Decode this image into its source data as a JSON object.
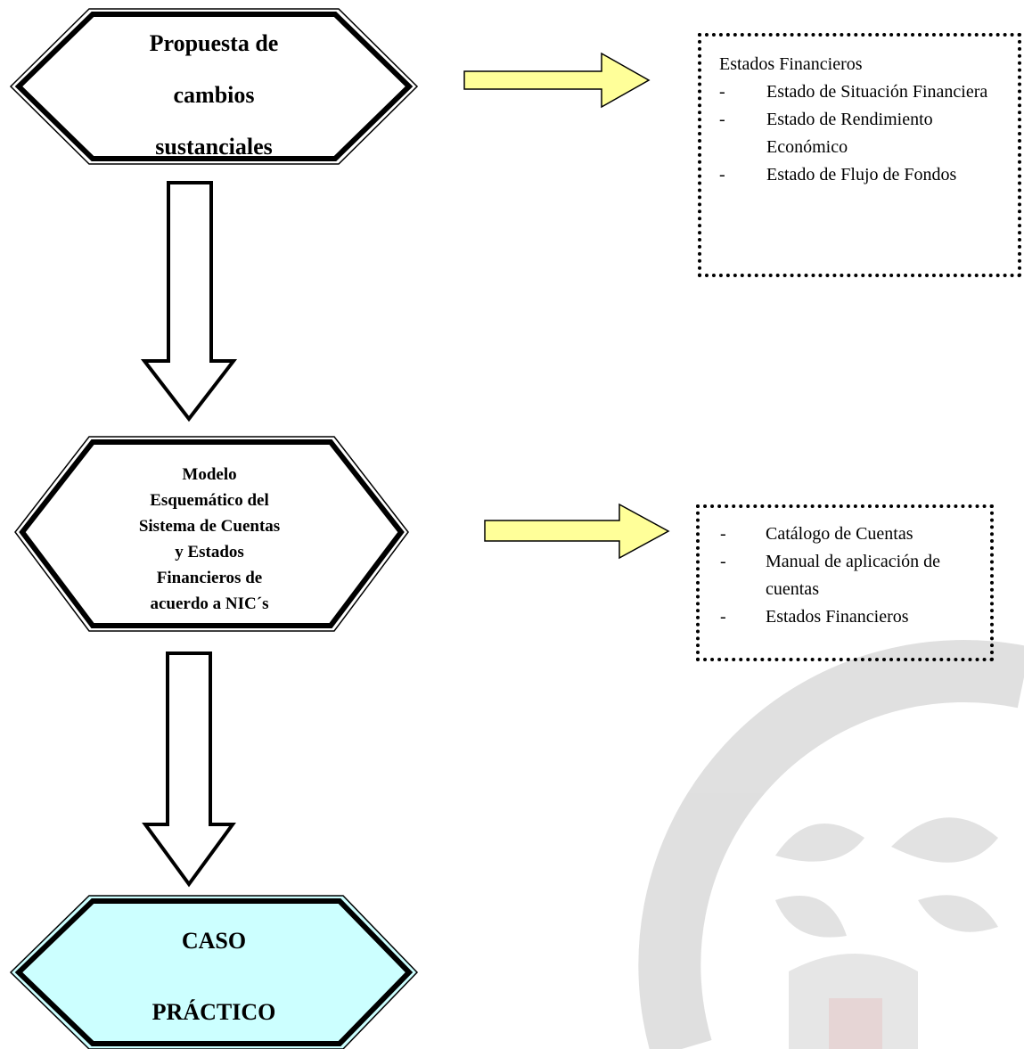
{
  "steps": {
    "step1": {
      "lines": [
        "Propuesta de",
        "cambios",
        "sustanciales"
      ]
    },
    "step2": {
      "lines": [
        "Modelo",
        "Esquemático del",
        "Sistema de Cuentas",
        "y Estados",
        "Financieros de",
        "acuerdo a NIC´s"
      ]
    },
    "step3": {
      "lines": [
        "CASO",
        "PRÁCTICO"
      ]
    }
  },
  "details": {
    "box1": {
      "heading": "Estados Financieros",
      "items": [
        "Estado de Situación Financiera",
        "Estado de Rendimiento Económico",
        "Estado de Flujo de Fondos"
      ]
    },
    "box2": {
      "items": [
        "Catálogo de Cuentas",
        "Manual de aplicación de cuentas",
        "Estados Financieros"
      ]
    }
  },
  "bullet": "-",
  "colors": {
    "connector_fill": "#ffff99",
    "final_step_fill": "#ccffff",
    "outline": "#000000"
  }
}
